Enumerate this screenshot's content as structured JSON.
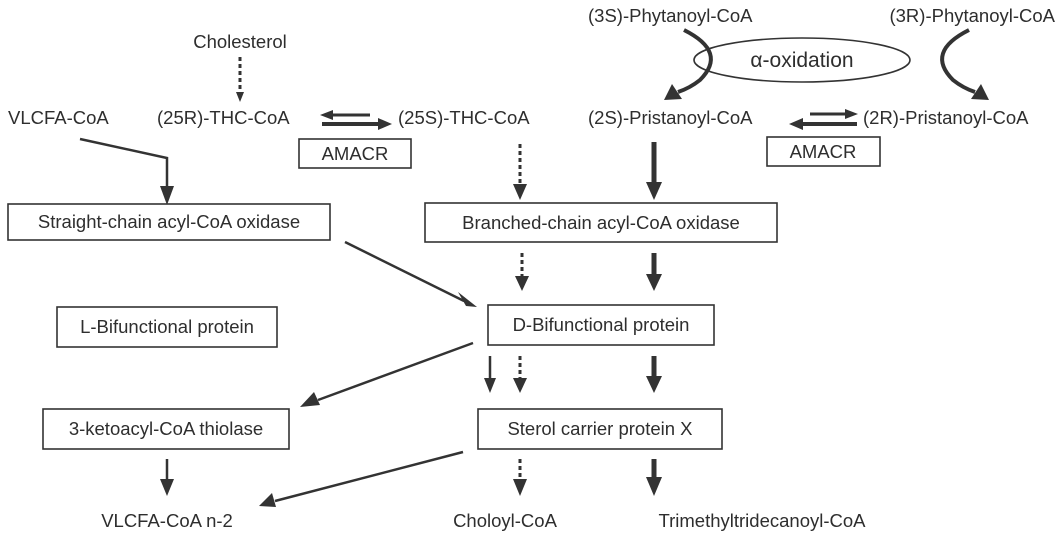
{
  "nodes": {
    "cholesterol": "Cholesterol",
    "vlcfa_coa": "VLCFA-CoA",
    "thc_25r": "(25R)-THC-CoA",
    "thc_25s": "(25S)-THC-CoA",
    "phytanoyl_3s": "(3S)-Phytanoyl-CoA",
    "phytanoyl_3r": "(3R)-Phytanoyl-CoA",
    "alpha_oxidation": "α-oxidation",
    "pristanoyl_2s": "(2S)-Pristanoyl-CoA",
    "pristanoyl_2r": "(2R)-Pristanoyl-CoA",
    "vlcfa_coa_n2": "VLCFA-CoA n-2",
    "choloyl_coa": "Choloyl-CoA",
    "trimethyltridecanoyl_coa": "Trimethyltridecanoyl-CoA"
  },
  "enzymes": {
    "amacr_left": "AMACR",
    "amacr_right": "AMACR",
    "straight_chain_oxidase": "Straight-chain acyl-CoA oxidase",
    "branched_chain_oxidase": "Branched-chain acyl-CoA oxidase",
    "l_bifunctional": "L-Bifunctional protein",
    "d_bifunctional": "D-Bifunctional protein",
    "thiolase": "3-ketoacyl-CoA thiolase",
    "scpx": "Sterol carrier protein X"
  },
  "colors": {
    "ink": "#333333",
    "background": "#ffffff"
  }
}
